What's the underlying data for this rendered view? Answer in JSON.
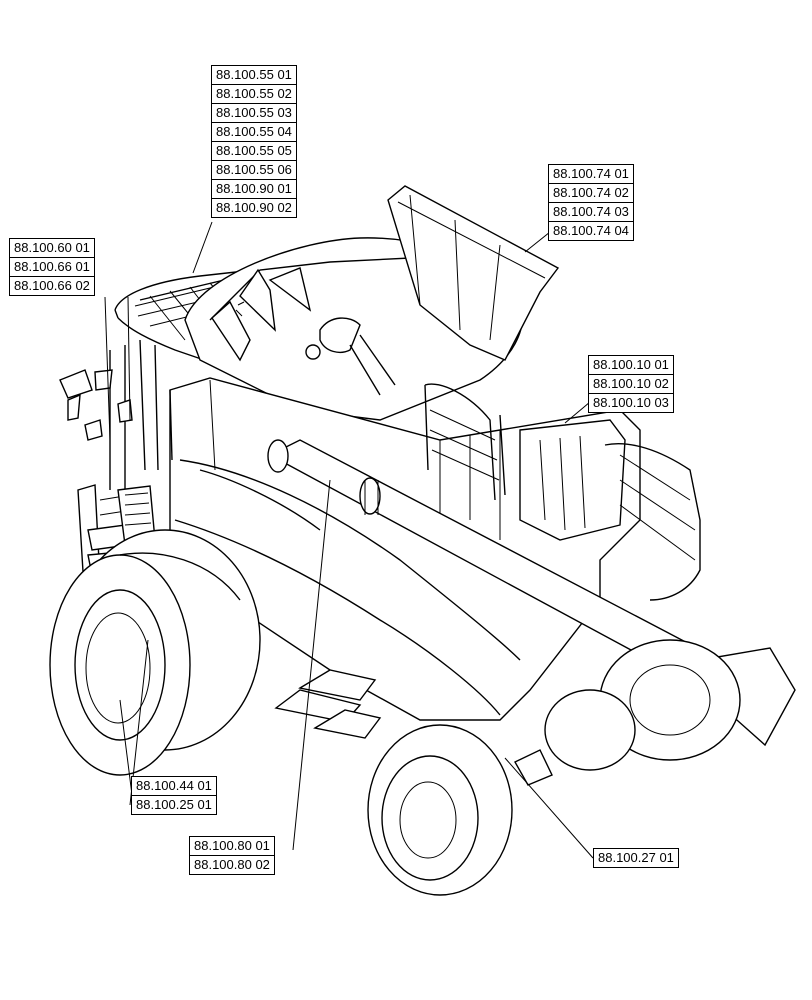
{
  "callouts": {
    "top_center": [
      "88.100.55 01",
      "88.100.55 02",
      "88.100.55 03",
      "88.100.55 04",
      "88.100.55 05",
      "88.100.55 06",
      "88.100.90 01",
      "88.100.90 02"
    ],
    "top_right": [
      "88.100.74 01",
      "88.100.74 02",
      "88.100.74 03",
      "88.100.74 04"
    ],
    "left": [
      "88.100.60 01",
      "88.100.66 01",
      "88.100.66 02"
    ],
    "right": [
      "88.100.10 01",
      "88.100.10 02",
      "88.100.10 03"
    ],
    "lower_left": [
      "88.100.44 01",
      "88.100.25 01"
    ],
    "bottom_center": [
      "88.100.80 01",
      "88.100.80 02"
    ],
    "bottom_right": [
      "88.100.27 01"
    ]
  }
}
